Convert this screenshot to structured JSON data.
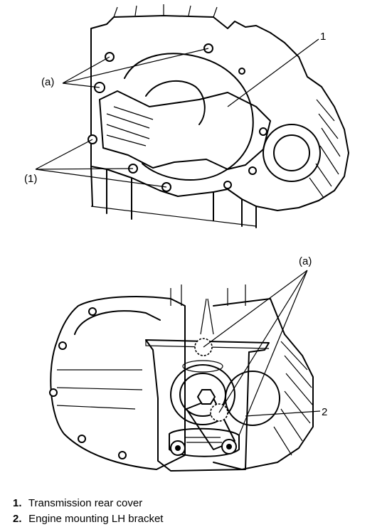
{
  "callouts": {
    "top_a": "(a)",
    "top_1": "(1)",
    "top_num1": "1",
    "bottom_a": "(a)",
    "bottom_num2": "2"
  },
  "legend": [
    {
      "number": "1.",
      "text": "Transmission rear cover"
    },
    {
      "number": "2.",
      "text": "Engine mounting LH bracket"
    }
  ]
}
